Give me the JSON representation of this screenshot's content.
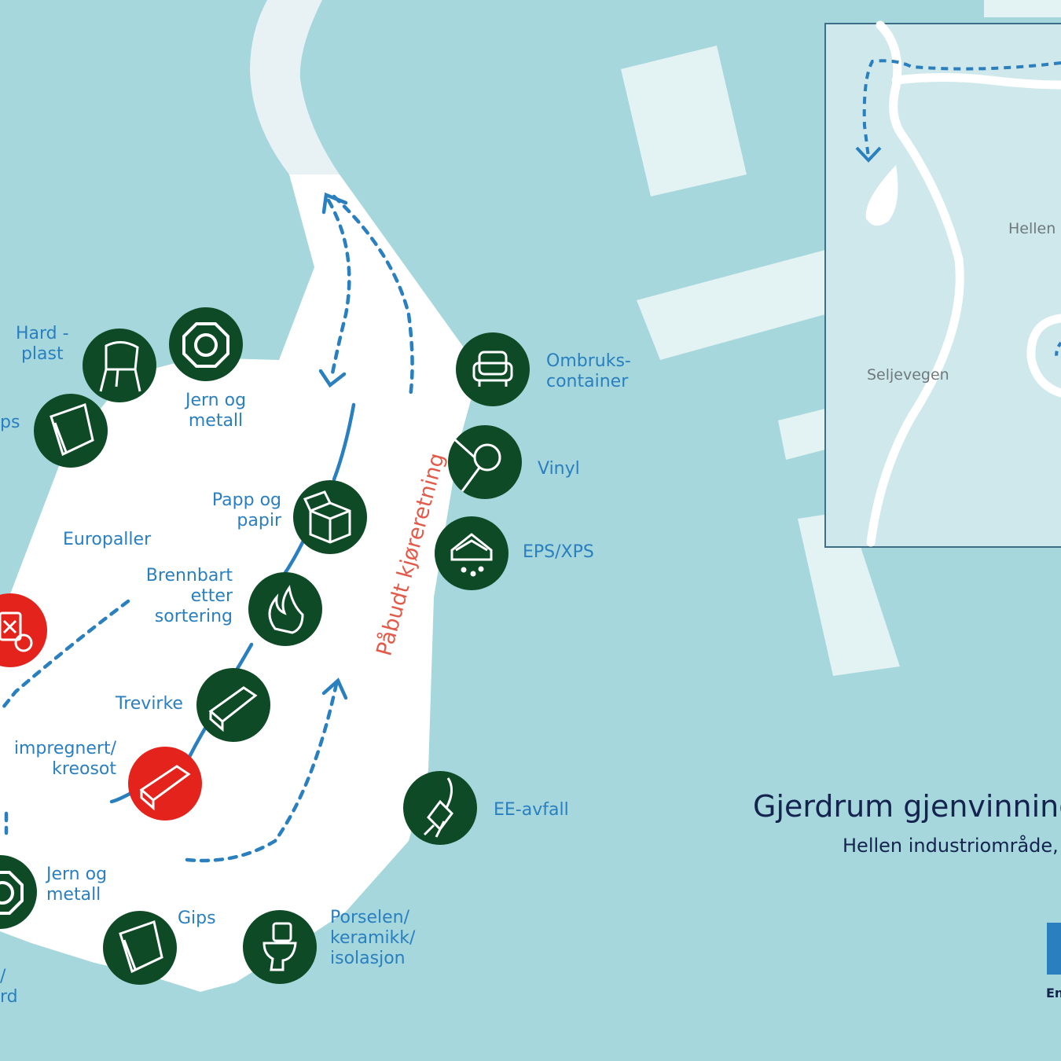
{
  "title": "Gjerdrum gjenvinning",
  "subtitle": "Hellen industriområde,",
  "logo_text": "En",
  "direction_label": "Påbudt kjøreretning",
  "inset_map": {
    "labels": [
      "Hellen",
      "Seljevegen"
    ]
  },
  "stations": [
    {
      "id": "hardplast",
      "label": "Hard -\nplast",
      "icon": "chair-icon",
      "color": "#0e4a26"
    },
    {
      "id": "jern-og-metall-top",
      "label": "Jern og\nmetall",
      "icon": "metal-nut-icon",
      "color": "#0e4a26"
    },
    {
      "id": "gips-top",
      "label": "ps",
      "icon": "gypsum-board-icon",
      "color": "#0e4a26"
    },
    {
      "id": "ombrukscontainer",
      "label": "Ombruks-\ncontainer",
      "icon": "armchair-icon",
      "color": "#0e4a26"
    },
    {
      "id": "vinyl",
      "label": "Vinyl",
      "icon": "vinyl-roll-icon",
      "color": "#0e4a26"
    },
    {
      "id": "eps-xps",
      "label": "EPS/XPS",
      "icon": "insulation-icon",
      "color": "#0e4a26"
    },
    {
      "id": "papp-og-papir",
      "label": "Papp og\npapir",
      "icon": "cardboard-box-icon",
      "color": "#0e4a26"
    },
    {
      "id": "brennbart",
      "label": "Brennbart\netter\nsortering",
      "icon": "flame-icon",
      "color": "#0e4a26"
    },
    {
      "id": "trevirke",
      "label": "Trevirke",
      "icon": "wood-plank-icon",
      "color": "#0e4a26"
    },
    {
      "id": "impregnert",
      "label": "impregnert/\nkreosot",
      "icon": "treated-wood-icon",
      "color": "#e3231c"
    },
    {
      "id": "farlig-avfall",
      "label": "",
      "icon": "hazardous-waste-icon",
      "color": "#e3231c"
    },
    {
      "id": "ee-avfall",
      "label": "EE-avfall",
      "icon": "power-plug-icon",
      "color": "#0e4a26"
    },
    {
      "id": "jern-og-metall-bottom",
      "label": "Jern og\nmetall",
      "icon": "metal-nut-icon",
      "color": "#0e4a26"
    },
    {
      "id": "gips-bottom",
      "label": "Gips",
      "icon": "gypsum-board-icon",
      "color": "#0e4a26"
    },
    {
      "id": "porselen",
      "label": "Porselen/\nkeramikk/\nisolasjon",
      "icon": "toilet-icon",
      "color": "#0e4a26"
    },
    {
      "id": "partial-bottom-left",
      "label": "/\nrd",
      "icon": "",
      "color": ""
    }
  ],
  "area_labels": {
    "europaller": "Europaller"
  },
  "colors": {
    "background": "#a5d7dc",
    "lot": "#ffffff",
    "buildings": "#e3f2f3",
    "station_green": "#0e4a26",
    "station_red": "#e3231c",
    "route": "#2a7fbf",
    "direction_text": "#e25b4a",
    "title": "#15234f"
  }
}
